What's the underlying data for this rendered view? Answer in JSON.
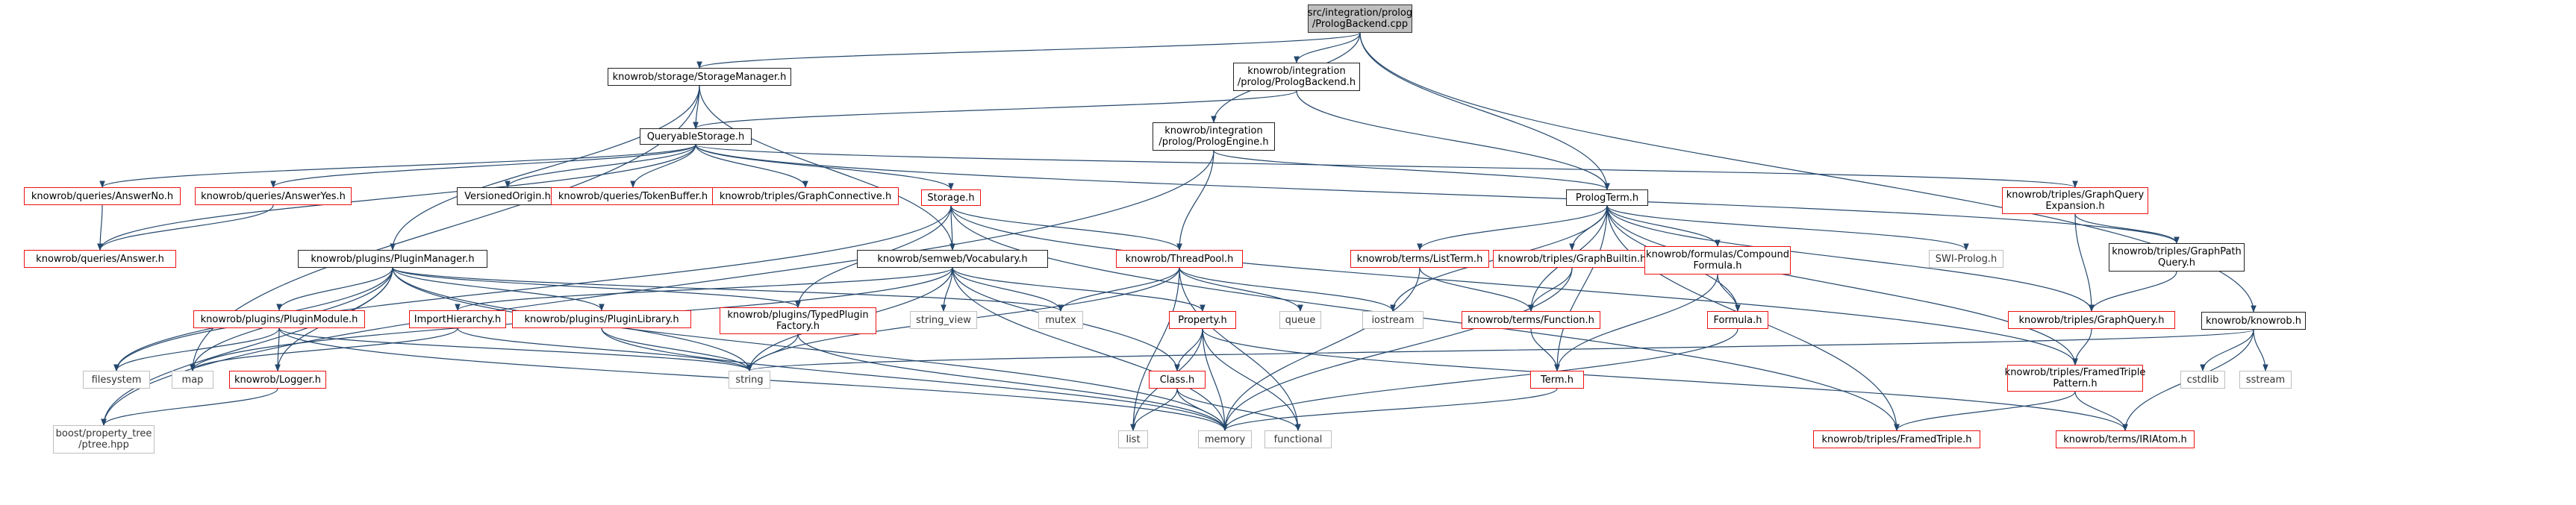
{
  "diagram": {
    "type": "include-dependency-graph",
    "colors": {
      "edge": "#25486d",
      "root_fill": "#bfbfbf",
      "red_border": "#ee1111",
      "black_border": "#222222",
      "gray_border": "#bfbfbf"
    },
    "nodes": [
      {
        "id": "root",
        "label": "src/integration/prolog\n/PrologBackend.cpp",
        "style": "root"
      },
      {
        "id": "storage_manager",
        "label": "knowrob/storage/StorageManager.h",
        "style": "black"
      },
      {
        "id": "prolog_backend_h",
        "label": "knowrob/integration\n/prolog/PrologBackend.h",
        "style": "black"
      },
      {
        "id": "knowrob_h",
        "label": "knowrob/knowrob.h",
        "style": "black"
      },
      {
        "id": "queryable_storage",
        "label": "QueryableStorage.h",
        "style": "black"
      },
      {
        "id": "prolog_engine",
        "label": "knowrob/integration\n/prolog/PrologEngine.h",
        "style": "black"
      },
      {
        "id": "answer_no",
        "label": "knowrob/queries/AnswerNo.h",
        "style": "red"
      },
      {
        "id": "answer_yes",
        "label": "knowrob/queries/AnswerYes.h",
        "style": "red"
      },
      {
        "id": "versioned_origin",
        "label": "VersionedOrigin.h",
        "style": "black"
      },
      {
        "id": "token_buffer",
        "label": "knowrob/queries/TokenBuffer.h",
        "style": "red"
      },
      {
        "id": "graph_connective",
        "label": "knowrob/triples/GraphConnective.h",
        "style": "red"
      },
      {
        "id": "storage_h",
        "label": "Storage.h",
        "style": "red"
      },
      {
        "id": "prolog_term",
        "label": "PrologTerm.h",
        "style": "black"
      },
      {
        "id": "graph_query_expansion",
        "label": "knowrob/triples/GraphQuery\nExpansion.h",
        "style": "red"
      },
      {
        "id": "answer_h",
        "label": "knowrob/queries/Answer.h",
        "style": "red"
      },
      {
        "id": "plugin_manager",
        "label": "knowrob/plugins/PluginManager.h",
        "style": "black"
      },
      {
        "id": "vocabulary",
        "label": "knowrob/semweb/Vocabulary.h",
        "style": "black"
      },
      {
        "id": "thread_pool",
        "label": "knowrob/ThreadPool.h",
        "style": "red"
      },
      {
        "id": "list_term",
        "label": "knowrob/terms/ListTerm.h",
        "style": "red"
      },
      {
        "id": "graph_builtin",
        "label": "knowrob/triples/GraphBuiltin.h",
        "style": "red"
      },
      {
        "id": "compound_formula",
        "label": "knowrob/formulas/Compound\nFormula.h",
        "style": "red"
      },
      {
        "id": "swi_prolog",
        "label": "SWI-Prolog.h",
        "style": "gray"
      },
      {
        "id": "graph_path_query",
        "label": "knowrob/triples/GraphPath\nQuery.h",
        "style": "black"
      },
      {
        "id": "plugin_module",
        "label": "knowrob/plugins/PluginModule.h",
        "style": "red"
      },
      {
        "id": "import_hierarchy",
        "label": "ImportHierarchy.h",
        "style": "red"
      },
      {
        "id": "plugin_library",
        "label": "knowrob/plugins/PluginLibrary.h",
        "style": "red"
      },
      {
        "id": "typed_plugin_factory",
        "label": "knowrob/plugins/TypedPlugin\nFactory.h",
        "style": "red"
      },
      {
        "id": "string_view",
        "label": "string_view",
        "style": "gray"
      },
      {
        "id": "mutex",
        "label": "mutex",
        "style": "gray"
      },
      {
        "id": "property_h",
        "label": "Property.h",
        "style": "red"
      },
      {
        "id": "queue",
        "label": "queue",
        "style": "gray"
      },
      {
        "id": "iostream",
        "label": "iostream",
        "style": "gray"
      },
      {
        "id": "function_h",
        "label": "knowrob/terms/Function.h",
        "style": "red"
      },
      {
        "id": "formula_h",
        "label": "Formula.h",
        "style": "red"
      },
      {
        "id": "graph_query",
        "label": "knowrob/triples/GraphQuery.h",
        "style": "red"
      },
      {
        "id": "filesystem",
        "label": "filesystem",
        "style": "gray"
      },
      {
        "id": "map",
        "label": "map",
        "style": "gray"
      },
      {
        "id": "logger",
        "label": "knowrob/Logger.h",
        "style": "red"
      },
      {
        "id": "string",
        "label": "string",
        "style": "gray"
      },
      {
        "id": "class_h",
        "label": "Class.h",
        "style": "red"
      },
      {
        "id": "term_h",
        "label": "Term.h",
        "style": "red"
      },
      {
        "id": "framed_triple_pattern",
        "label": "knowrob/triples/FramedTriple\nPattern.h",
        "style": "red"
      },
      {
        "id": "cstdlib",
        "label": "cstdlib",
        "style": "gray"
      },
      {
        "id": "sstream",
        "label": "sstream",
        "style": "gray"
      },
      {
        "id": "boost_ptree",
        "label": "boost/property_tree\n/ptree.hpp",
        "style": "gray"
      },
      {
        "id": "list",
        "label": "list",
        "style": "gray"
      },
      {
        "id": "memory",
        "label": "memory",
        "style": "gray"
      },
      {
        "id": "functional",
        "label": "functional",
        "style": "gray"
      },
      {
        "id": "framed_triple",
        "label": "knowrob/triples/FramedTriple.h",
        "style": "red"
      },
      {
        "id": "iri_atom",
        "label": "knowrob/terms/IRIAtom.h",
        "style": "red"
      }
    ],
    "edges": [
      [
        "root",
        "storage_manager"
      ],
      [
        "root",
        "prolog_backend_h"
      ],
      [
        "root",
        "prolog_engine"
      ],
      [
        "root",
        "prolog_term"
      ],
      [
        "root",
        "knowrob_h"
      ],
      [
        "storage_manager",
        "queryable_storage"
      ],
      [
        "storage_manager",
        "plugin_manager"
      ],
      [
        "storage_manager",
        "vocabulary"
      ],
      [
        "storage_manager",
        "map"
      ],
      [
        "prolog_backend_h",
        "queryable_storage"
      ],
      [
        "prolog_backend_h",
        "prolog_term"
      ],
      [
        "queryable_storage",
        "answer_no"
      ],
      [
        "queryable_storage",
        "answer_yes"
      ],
      [
        "queryable_storage",
        "versioned_origin"
      ],
      [
        "queryable_storage",
        "token_buffer"
      ],
      [
        "queryable_storage",
        "graph_connective"
      ],
      [
        "queryable_storage",
        "storage_h"
      ],
      [
        "queryable_storage",
        "answer_h"
      ],
      [
        "queryable_storage",
        "graph_query_expansion"
      ],
      [
        "queryable_storage",
        "graph_path_query"
      ],
      [
        "prolog_engine",
        "prolog_term"
      ],
      [
        "prolog_engine",
        "thread_pool"
      ],
      [
        "prolog_engine",
        "boost_ptree"
      ],
      [
        "answer_no",
        "answer_h"
      ],
      [
        "answer_yes",
        "answer_h"
      ],
      [
        "storage_h",
        "vocabulary"
      ],
      [
        "storage_h",
        "thread_pool"
      ],
      [
        "storage_h",
        "typed_plugin_factory"
      ],
      [
        "storage_h",
        "filesystem"
      ],
      [
        "storage_h",
        "framed_triple"
      ],
      [
        "storage_h",
        "framed_triple_pattern"
      ],
      [
        "prolog_term",
        "list_term"
      ],
      [
        "prolog_term",
        "graph_builtin"
      ],
      [
        "prolog_term",
        "compound_formula"
      ],
      [
        "prolog_term",
        "swi_prolog"
      ],
      [
        "prolog_term",
        "function_h"
      ],
      [
        "prolog_term",
        "formula_h"
      ],
      [
        "prolog_term",
        "graph_query"
      ],
      [
        "prolog_term",
        "term_h"
      ],
      [
        "prolog_term",
        "iostream"
      ],
      [
        "prolog_term",
        "framed_triple_pattern"
      ],
      [
        "prolog_term",
        "framed_triple"
      ],
      [
        "graph_query_expansion",
        "graph_query"
      ],
      [
        "graph_query_expansion",
        "graph_path_query"
      ],
      [
        "graph_path_query",
        "graph_query"
      ],
      [
        "plugin_manager",
        "plugin_module"
      ],
      [
        "plugin_manager",
        "plugin_library"
      ],
      [
        "plugin_manager",
        "typed_plugin_factory"
      ],
      [
        "plugin_manager",
        "logger"
      ],
      [
        "plugin_manager",
        "map"
      ],
      [
        "plugin_manager",
        "string"
      ],
      [
        "plugin_manager",
        "memory"
      ],
      [
        "plugin_manager",
        "mutex"
      ],
      [
        "plugin_manager",
        "filesystem"
      ],
      [
        "plugin_manager",
        "boost_ptree"
      ],
      [
        "vocabulary",
        "import_hierarchy"
      ],
      [
        "vocabulary",
        "string_view"
      ],
      [
        "vocabulary",
        "property_h"
      ],
      [
        "vocabulary",
        "class_h"
      ],
      [
        "vocabulary",
        "string"
      ],
      [
        "vocabulary",
        "memory"
      ],
      [
        "vocabulary",
        "map"
      ],
      [
        "vocabulary",
        "mutex"
      ],
      [
        "thread_pool",
        "mutex"
      ],
      [
        "thread_pool",
        "queue"
      ],
      [
        "thread_pool",
        "iostream"
      ],
      [
        "thread_pool",
        "list"
      ],
      [
        "thread_pool",
        "functional"
      ],
      [
        "thread_pool",
        "string"
      ],
      [
        "list_term",
        "function_h"
      ],
      [
        "list_term",
        "memory"
      ],
      [
        "graph_builtin",
        "function_h"
      ],
      [
        "graph_builtin",
        "memory"
      ],
      [
        "compound_formula",
        "formula_h"
      ],
      [
        "compound_formula",
        "term_h"
      ],
      [
        "plugin_module",
        "logger"
      ],
      [
        "plugin_module",
        "filesystem"
      ],
      [
        "plugin_module",
        "memory"
      ],
      [
        "plugin_module",
        "string"
      ],
      [
        "import_hierarchy",
        "string"
      ],
      [
        "import_hierarchy",
        "map"
      ],
      [
        "plugin_library",
        "string"
      ],
      [
        "plugin_library",
        "memory"
      ],
      [
        "typed_plugin_factory",
        "string"
      ],
      [
        "typed_plugin_factory",
        "memory"
      ],
      [
        "property_h",
        "class_h"
      ],
      [
        "property_h",
        "list"
      ],
      [
        "property_h",
        "memory"
      ],
      [
        "property_h",
        "functional"
      ],
      [
        "property_h",
        "iri_atom"
      ],
      [
        "function_h",
        "term_h"
      ],
      [
        "formula_h",
        "memory"
      ],
      [
        "graph_query",
        "framed_triple_pattern"
      ],
      [
        "logger",
        "boost_ptree"
      ],
      [
        "class_h",
        "list"
      ],
      [
        "class_h",
        "memory"
      ],
      [
        "class_h",
        "functional"
      ],
      [
        "term_h",
        "memory"
      ],
      [
        "framed_triple_pattern",
        "framed_triple"
      ],
      [
        "framed_triple_pattern",
        "iri_atom"
      ],
      [
        "knowrob_h",
        "cstdlib"
      ],
      [
        "knowrob_h",
        "sstream"
      ],
      [
        "knowrob_h",
        "string"
      ],
      [
        "knowrob_h",
        "iri_atom"
      ]
    ]
  }
}
